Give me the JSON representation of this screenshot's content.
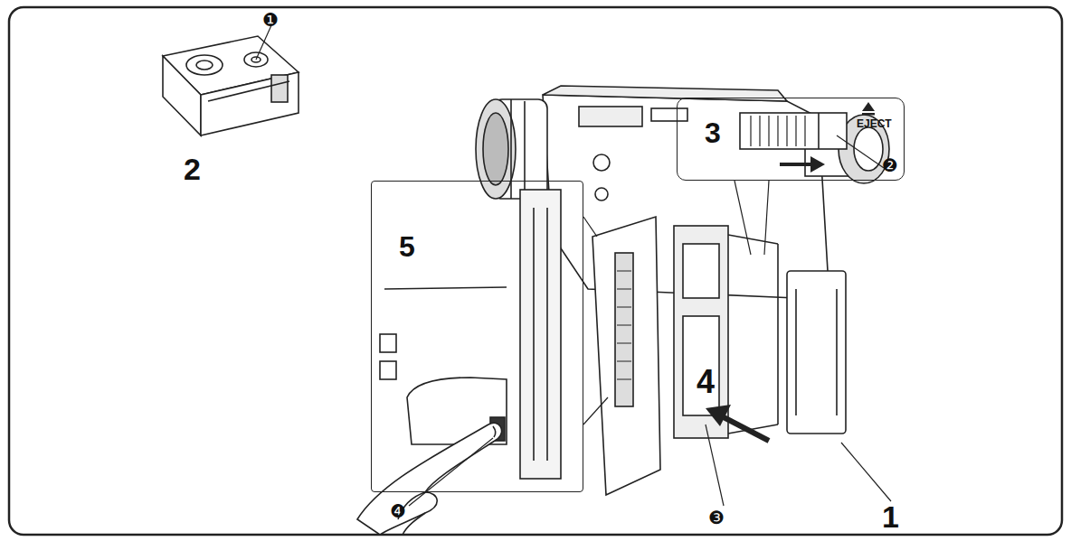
{
  "diagram": {
    "nodes": [
      {
        "text": [
          "3",
          "EJECT",
          "❷"
        ]
      },
      {
        "text": [
          "5",
          "❹"
        ]
      }
    ],
    "labels": [
      "❶",
      "2",
      "4",
      "❸",
      "1"
    ]
  }
}
